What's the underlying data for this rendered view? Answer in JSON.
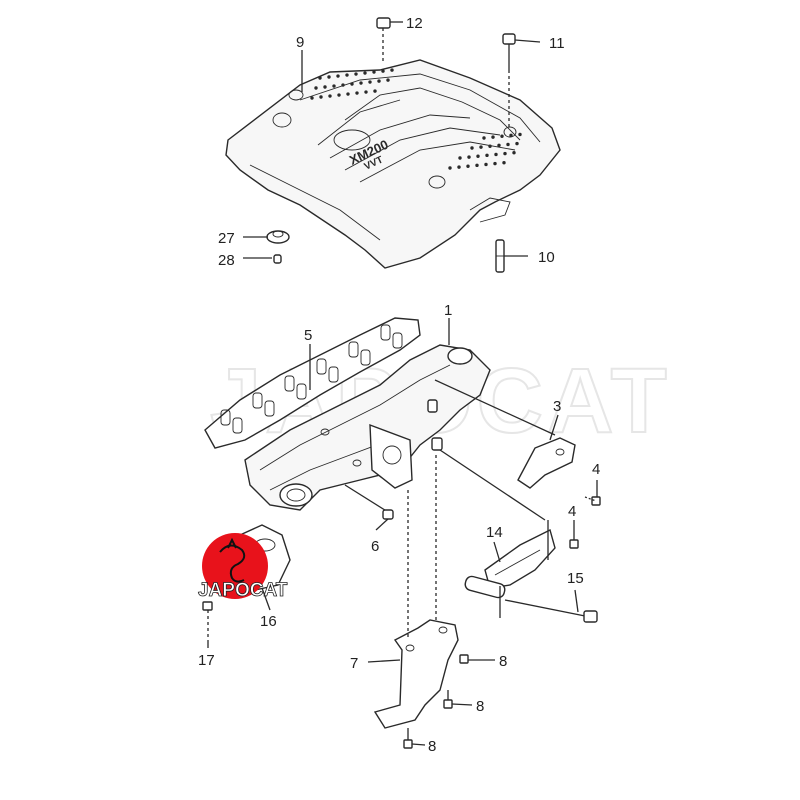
{
  "watermark": {
    "text": "JAPOCAT"
  },
  "logo": {
    "text": "JAPOCAT",
    "color": "#e8121b"
  },
  "cover_emboss": {
    "line1": "XM200",
    "line2": "VVT"
  },
  "callouts": [
    {
      "id": "c1",
      "label": "1"
    },
    {
      "id": "c3",
      "label": "3"
    },
    {
      "id": "c4a",
      "label": "4"
    },
    {
      "id": "c4b",
      "label": "4"
    },
    {
      "id": "c5",
      "label": "5"
    },
    {
      "id": "c6",
      "label": "6"
    },
    {
      "id": "c7",
      "label": "7"
    },
    {
      "id": "c8a",
      "label": "8"
    },
    {
      "id": "c8b",
      "label": "8"
    },
    {
      "id": "c8c",
      "label": "8"
    },
    {
      "id": "c9",
      "label": "9"
    },
    {
      "id": "c10",
      "label": "10"
    },
    {
      "id": "c11",
      "label": "11"
    },
    {
      "id": "c12",
      "label": "12"
    },
    {
      "id": "c14",
      "label": "14"
    },
    {
      "id": "c15",
      "label": "15"
    },
    {
      "id": "c16",
      "label": "16"
    },
    {
      "id": "c17",
      "label": "17"
    },
    {
      "id": "c27",
      "label": "27"
    },
    {
      "id": "c28",
      "label": "28"
    }
  ]
}
